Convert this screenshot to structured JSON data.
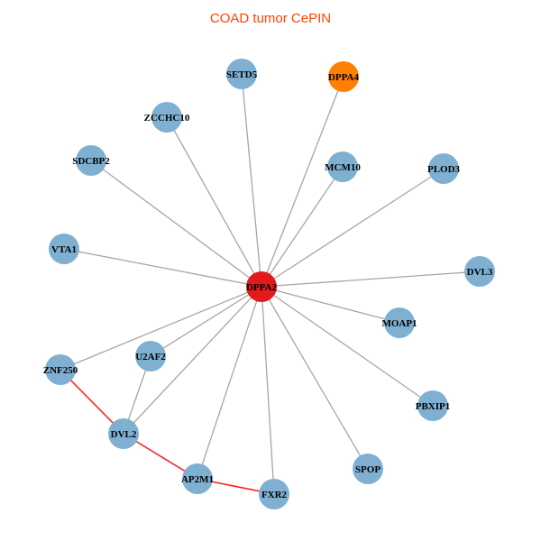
{
  "title": "COAD tumor CePIN",
  "colors": {
    "title": "#FF4500",
    "node_default": "#7FB0D2",
    "node_center": "#E31A1C",
    "node_highlight": "#FF7F00",
    "edge_default": "#A6A6A6",
    "edge_highlight": "#FF2020"
  },
  "nodes": [
    {
      "id": "DPPA2",
      "type": "center"
    },
    {
      "id": "SETD5",
      "type": "default"
    },
    {
      "id": "DPPA4",
      "type": "highlight"
    },
    {
      "id": "ZCCHC10",
      "type": "default"
    },
    {
      "id": "MCM10",
      "type": "default"
    },
    {
      "id": "PLOD3",
      "type": "default"
    },
    {
      "id": "SDCBP2",
      "type": "default"
    },
    {
      "id": "VTA1",
      "type": "default"
    },
    {
      "id": "DVL3",
      "type": "default"
    },
    {
      "id": "MOAP1",
      "type": "default"
    },
    {
      "id": "U2AF2",
      "type": "default"
    },
    {
      "id": "ZNF250",
      "type": "default"
    },
    {
      "id": "PBXIP1",
      "type": "default"
    },
    {
      "id": "DVL2",
      "type": "default"
    },
    {
      "id": "SPOP",
      "type": "default"
    },
    {
      "id": "AP2M1",
      "type": "default"
    },
    {
      "id": "FXR2",
      "type": "default"
    }
  ],
  "edges": [
    {
      "source": "DPPA2",
      "target": "SETD5",
      "type": "default"
    },
    {
      "source": "DPPA2",
      "target": "DPPA4",
      "type": "default"
    },
    {
      "source": "DPPA2",
      "target": "ZCCHC10",
      "type": "default"
    },
    {
      "source": "DPPA2",
      "target": "MCM10",
      "type": "default"
    },
    {
      "source": "DPPA2",
      "target": "PLOD3",
      "type": "default"
    },
    {
      "source": "DPPA2",
      "target": "SDCBP2",
      "type": "default"
    },
    {
      "source": "DPPA2",
      "target": "VTA1",
      "type": "default"
    },
    {
      "source": "DPPA2",
      "target": "DVL3",
      "type": "default"
    },
    {
      "source": "DPPA2",
      "target": "MOAP1",
      "type": "default"
    },
    {
      "source": "DPPA2",
      "target": "U2AF2",
      "type": "default"
    },
    {
      "source": "DPPA2",
      "target": "ZNF250",
      "type": "default"
    },
    {
      "source": "DPPA2",
      "target": "PBXIP1",
      "type": "default"
    },
    {
      "source": "DPPA2",
      "target": "DVL2",
      "type": "default"
    },
    {
      "source": "DPPA2",
      "target": "SPOP",
      "type": "default"
    },
    {
      "source": "DPPA2",
      "target": "AP2M1",
      "type": "default"
    },
    {
      "source": "DPPA2",
      "target": "FXR2",
      "type": "default"
    },
    {
      "source": "U2AF2",
      "target": "DVL2",
      "type": "default"
    },
    {
      "source": "ZNF250",
      "target": "DVL2",
      "type": "highlight"
    },
    {
      "source": "DVL2",
      "target": "AP2M1",
      "type": "highlight"
    },
    {
      "source": "AP2M1",
      "target": "FXR2",
      "type": "highlight"
    }
  ]
}
